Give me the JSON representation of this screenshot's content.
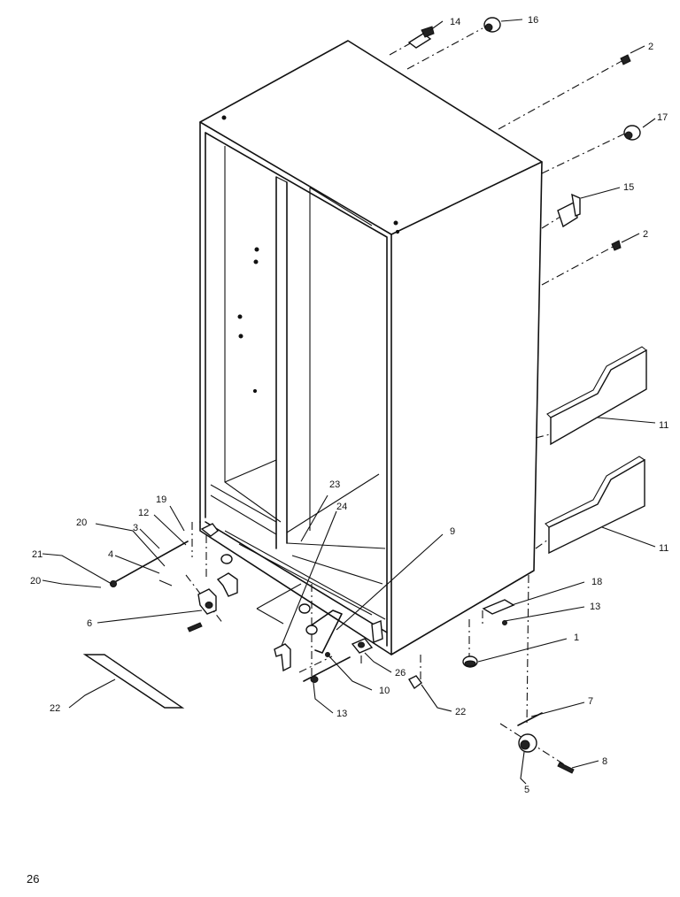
{
  "diagram": {
    "callouts": [
      {
        "id": "c14",
        "label": "14"
      },
      {
        "id": "c16",
        "label": "16"
      },
      {
        "id": "c2a",
        "label": "2"
      },
      {
        "id": "c17",
        "label": "17"
      },
      {
        "id": "c15",
        "label": "15"
      },
      {
        "id": "c2b",
        "label": "2"
      },
      {
        "id": "c11a",
        "label": "11"
      },
      {
        "id": "c11b",
        "label": "11"
      },
      {
        "id": "c23",
        "label": "23"
      },
      {
        "id": "c24",
        "label": "24"
      },
      {
        "id": "c9",
        "label": "9"
      },
      {
        "id": "c19",
        "label": "19"
      },
      {
        "id": "c20a",
        "label": "20"
      },
      {
        "id": "c12",
        "label": "12"
      },
      {
        "id": "c3",
        "label": "3"
      },
      {
        "id": "c21",
        "label": "21"
      },
      {
        "id": "c4",
        "label": "4"
      },
      {
        "id": "c20b",
        "label": "20"
      },
      {
        "id": "c6",
        "label": "6"
      },
      {
        "id": "c18",
        "label": "18"
      },
      {
        "id": "c13a",
        "label": "13"
      },
      {
        "id": "c1",
        "label": "1"
      },
      {
        "id": "c26",
        "label": "26"
      },
      {
        "id": "c10",
        "label": "10"
      },
      {
        "id": "c13b",
        "label": "13"
      },
      {
        "id": "c22a",
        "label": "22"
      },
      {
        "id": "c22b",
        "label": "22"
      },
      {
        "id": "c7",
        "label": "7"
      },
      {
        "id": "c8",
        "label": "8"
      },
      {
        "id": "c5",
        "label": "5"
      }
    ]
  },
  "page_number": "26"
}
